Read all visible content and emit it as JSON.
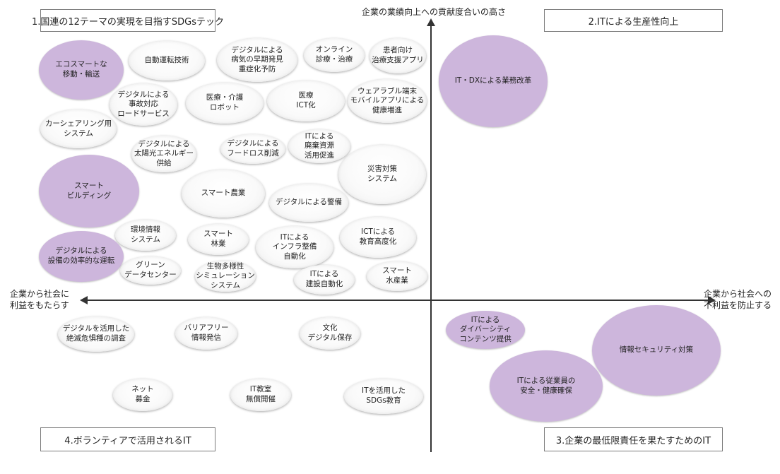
{
  "axes": {
    "top": "企業の業績向上への貢献度合いの高さ",
    "left": "企業から社会に\n利益をもたらす",
    "right": "企業から社会への\n不利益を防止する"
  },
  "quadrants": {
    "q1": "1.国連の12テーマの実現を目指すSDGsテック",
    "q2": "2.ITによる生産性向上",
    "q3": "3.企業の最低限責任を果たすためのIT",
    "q4": "4.ボランティアで活用されるIT"
  },
  "colors": {
    "highlight": "#cdb6dc",
    "normal": "#f2f2f2",
    "axis": "#333333"
  },
  "bubbles": {
    "eco": "エコスマートな\n移動・輸送",
    "jido": "自動運転技術",
    "byoki": "デジタルによる\n病気の早期発見\n重症化予防",
    "online": "オンライン\n診療・治療",
    "kanja": "患者向け\n治療支援アプリ",
    "jiko": "デジタルによる\n事故対応\nロードサービス",
    "iryokaigo": "医療・介護\nロボット",
    "iryoict": "医療\nICT化",
    "wearable": "ウェアラブル端末\nモバイルアプリによる\n健康増進",
    "car": "カーシェアリング用\nシステム",
    "taiyo": "デジタルによる\n太陽光エネルギー\n供給",
    "food": "デジタルによる\nフードロス削減",
    "haiki": "ITによる\n廃棄資源\n活用促進",
    "saigai": "災害対策\nシステム",
    "building": "スマート\nビルディング",
    "nogyo": "スマート農業",
    "keibi": "デジタルによる警備",
    "kankyo": "環境情報\nシステム",
    "ringyo": "スマート\n林業",
    "infra": "ITによる\nインフラ整備\n自動化",
    "kyoiku": "ICTによる\n教育高度化",
    "setsubi": "デジタルによる\n設備の効率的な運転",
    "green": "グリーン\nデータセンター",
    "seibutsu": "生物多様性\nシミュレーション\nシステム",
    "kensetsu": "ITによる\n建設自動化",
    "suisan": "スマート\n水産業",
    "dx": "IT・DXによる業務改革",
    "diversity": "ITによる\nダイバーシティ\nコンテンツ提供",
    "security": "情報セキュリティ対策",
    "anzen": "ITによる従業員の\n安全・健康確保",
    "zetsumetsu": "デジタルを活用した\n絶滅危惧種の調査",
    "barrier": "バリアフリー\n情報発信",
    "bunka": "文化\nデジタル保存",
    "net": "ネット\n募金",
    "itkyoshitsu": "IT教室\n無償開催",
    "sdgs": "ITを活用した\nSDGs教育"
  }
}
